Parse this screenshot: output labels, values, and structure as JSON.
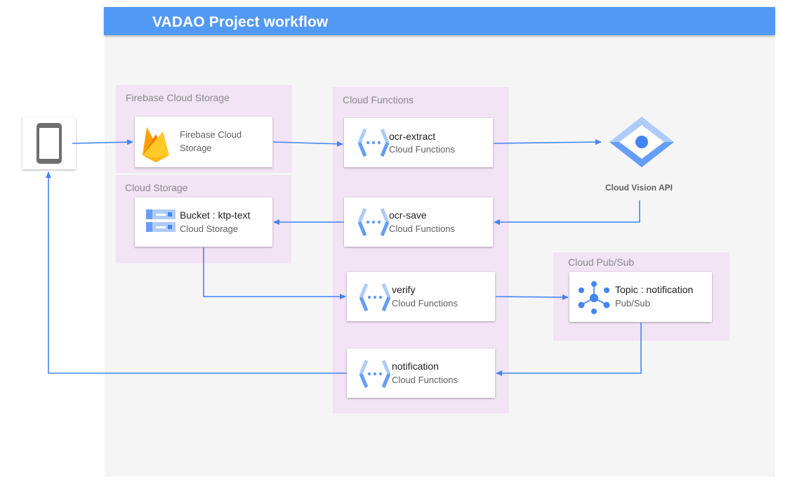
{
  "header": {
    "title": "VADAO Project workflow"
  },
  "colors": {
    "header": "#5199f5",
    "canvas": "#f5f5f5",
    "group": "#f2e3f5",
    "arrow": "#4285f4",
    "firebase_yellow": "#ffca28",
    "firebase_orange": "#f57c00",
    "gcp_blue_light": "#aecbfa",
    "gcp_blue": "#4285f4"
  },
  "groups": {
    "firebase": {
      "label": "Firebase Cloud Storage"
    },
    "storage": {
      "label": "Cloud Storage"
    },
    "functions": {
      "label": "Cloud Functions"
    },
    "pubsub": {
      "label": "Cloud Pub/Sub"
    }
  },
  "nodes": {
    "device": {
      "icon": "mobile-phone-icon"
    },
    "firebase": {
      "title_line1": "Firebase Cloud",
      "title_line2": "Storage",
      "icon": "firebase-icon"
    },
    "bucket": {
      "title": "Bucket : ktp-text",
      "subtitle": "Cloud Storage",
      "icon": "cloud-storage-icon"
    },
    "ocr_extract": {
      "title": "ocr-extract",
      "subtitle": "Cloud Functions",
      "icon": "cloud-functions-icon"
    },
    "ocr_save": {
      "title": "ocr-save",
      "subtitle": "Cloud Functions",
      "icon": "cloud-functions-icon"
    },
    "verify": {
      "title": "verify",
      "subtitle": "Cloud Functions",
      "icon": "cloud-functions-icon"
    },
    "notification": {
      "title": "notification",
      "subtitle": "Cloud Functions",
      "icon": "cloud-functions-icon"
    },
    "topic": {
      "title": "Topic : notification",
      "subtitle": "Pub/Sub",
      "icon": "pubsub-icon"
    },
    "vision": {
      "label": "Cloud Vision API",
      "icon": "cloud-vision-icon"
    }
  },
  "edges": [
    {
      "from": "device",
      "to": "firebase"
    },
    {
      "from": "firebase",
      "to": "ocr_extract"
    },
    {
      "from": "ocr_extract",
      "to": "vision"
    },
    {
      "from": "vision",
      "to": "ocr_save"
    },
    {
      "from": "ocr_save",
      "to": "bucket"
    },
    {
      "from": "bucket",
      "to": "verify"
    },
    {
      "from": "verify",
      "to": "topic"
    },
    {
      "from": "topic",
      "to": "notification"
    },
    {
      "from": "notification",
      "to": "device"
    }
  ]
}
